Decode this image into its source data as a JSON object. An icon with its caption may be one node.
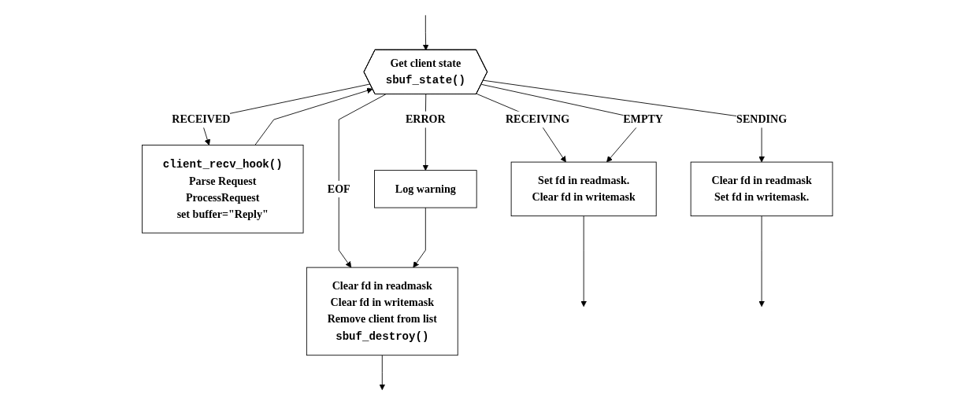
{
  "diagram": {
    "nodes": [
      {
        "text": [
          "Get client state",
          "sbuf_state()"
        ]
      },
      {
        "text": [
          "client_recv_hook()",
          "Parse Request",
          "ProcessRequest",
          "set buffer=\"Reply\""
        ]
      },
      {
        "text": [
          "Log warning"
        ]
      },
      {
        "text": [
          "Clear fd in readmask",
          "Clear fd in writemask",
          "Remove client from list",
          "sbuf_destroy()"
        ]
      },
      {
        "text": [
          "Set fd in readmask.",
          "Clear fd in writemask"
        ]
      },
      {
        "text": [
          "Clear fd in readmask",
          "Set fd in writemask."
        ]
      }
    ],
    "edges": [
      {
        "from": null,
        "to": 0,
        "arrow": "to"
      },
      {
        "from": 0,
        "to": 4,
        "arrow": "to",
        "label": "RECEIVING"
      },
      {
        "from": 0,
        "to": 5,
        "arrow": "to",
        "label": "SENDING"
      },
      {
        "from": 0,
        "to": 4,
        "arrow": "to",
        "label": "EMPTY"
      },
      {
        "from": 0,
        "to": 3,
        "arrow": "to",
        "label": "EOF"
      },
      {
        "from": 0,
        "to": 1,
        "arrow": "to",
        "label": "RECEIVED"
      },
      {
        "from": 0,
        "to": 2,
        "arrow": "to",
        "label": "ERROR"
      },
      {
        "from": 1,
        "to": 0,
        "arrow": "to"
      },
      {
        "from": 2,
        "to": 3,
        "arrow": "to"
      },
      {
        "from": 3,
        "to": null,
        "arrow": "to"
      },
      {
        "from": 4,
        "to": null,
        "arrow": "to"
      },
      {
        "from": 5,
        "to": null,
        "arrow": "to"
      }
    ]
  }
}
